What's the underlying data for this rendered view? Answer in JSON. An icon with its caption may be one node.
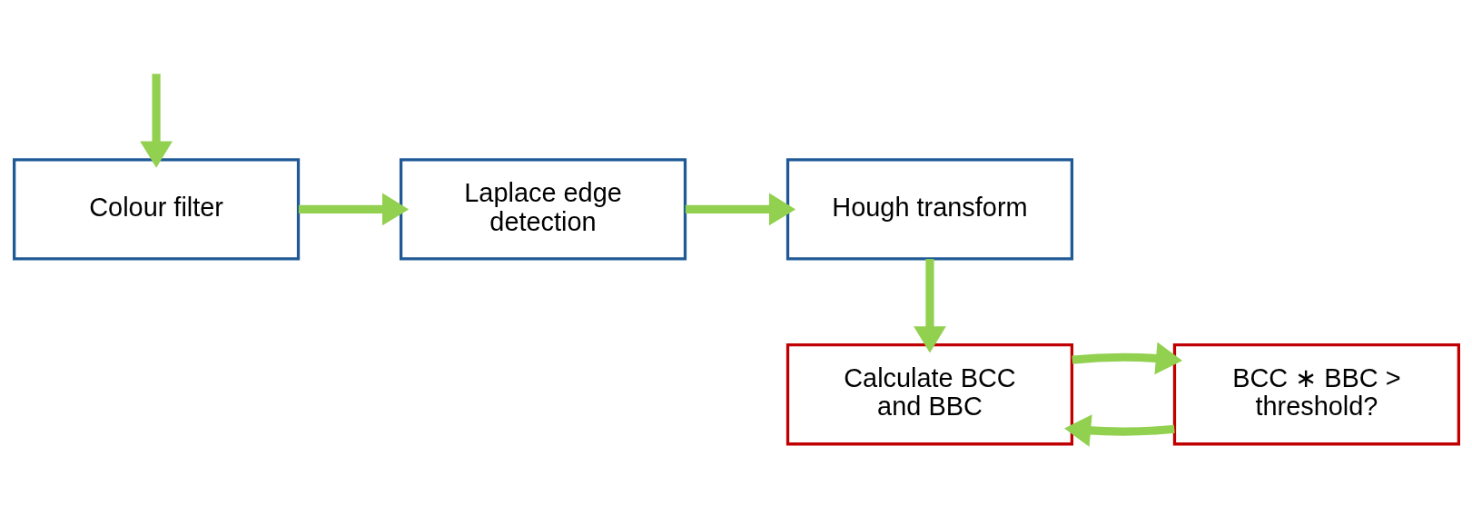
{
  "diagram": {
    "nodes": [
      {
        "text": [
          "Colour filter"
        ]
      },
      {
        "text": [
          "Laplace edge detection"
        ]
      },
      {
        "text": [
          "Hough transform"
        ]
      },
      {
        "text": [
          "BCC ∗ BBC > threshold?"
        ]
      },
      {
        "text": [
          "Calculate BCC and BBC"
        ]
      }
    ],
    "edges": [
      {
        "from": null,
        "to": 0,
        "arrow": "to"
      },
      {
        "from": 0,
        "to": 1,
        "arrow": "to"
      },
      {
        "from": 1,
        "to": 2,
        "arrow": "to"
      },
      {
        "from": 2,
        "to": 4,
        "arrow": "to"
      },
      {
        "from": 3,
        "to": 4,
        "arrow": "to"
      },
      {
        "from": 4,
        "to": 3,
        "arrow": "to"
      }
    ]
  }
}
